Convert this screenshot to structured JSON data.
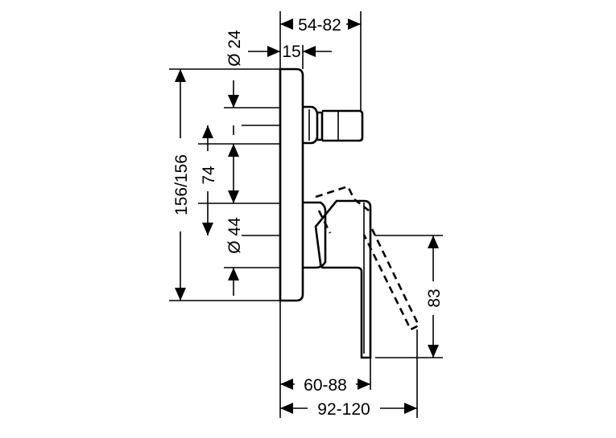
{
  "dimensions": {
    "depth_body": "54-82",
    "plate_thickness": "15",
    "outlet_diameter": "Ø 24",
    "plate_height": "156/156",
    "center_distance": "74",
    "cartridge_diameter": "Ø 44",
    "handle_drop": "83",
    "handle_projection": "60-88",
    "handle_swing_projection": "92-120"
  },
  "colors": {
    "line": "#000000",
    "background": "#ffffff"
  }
}
